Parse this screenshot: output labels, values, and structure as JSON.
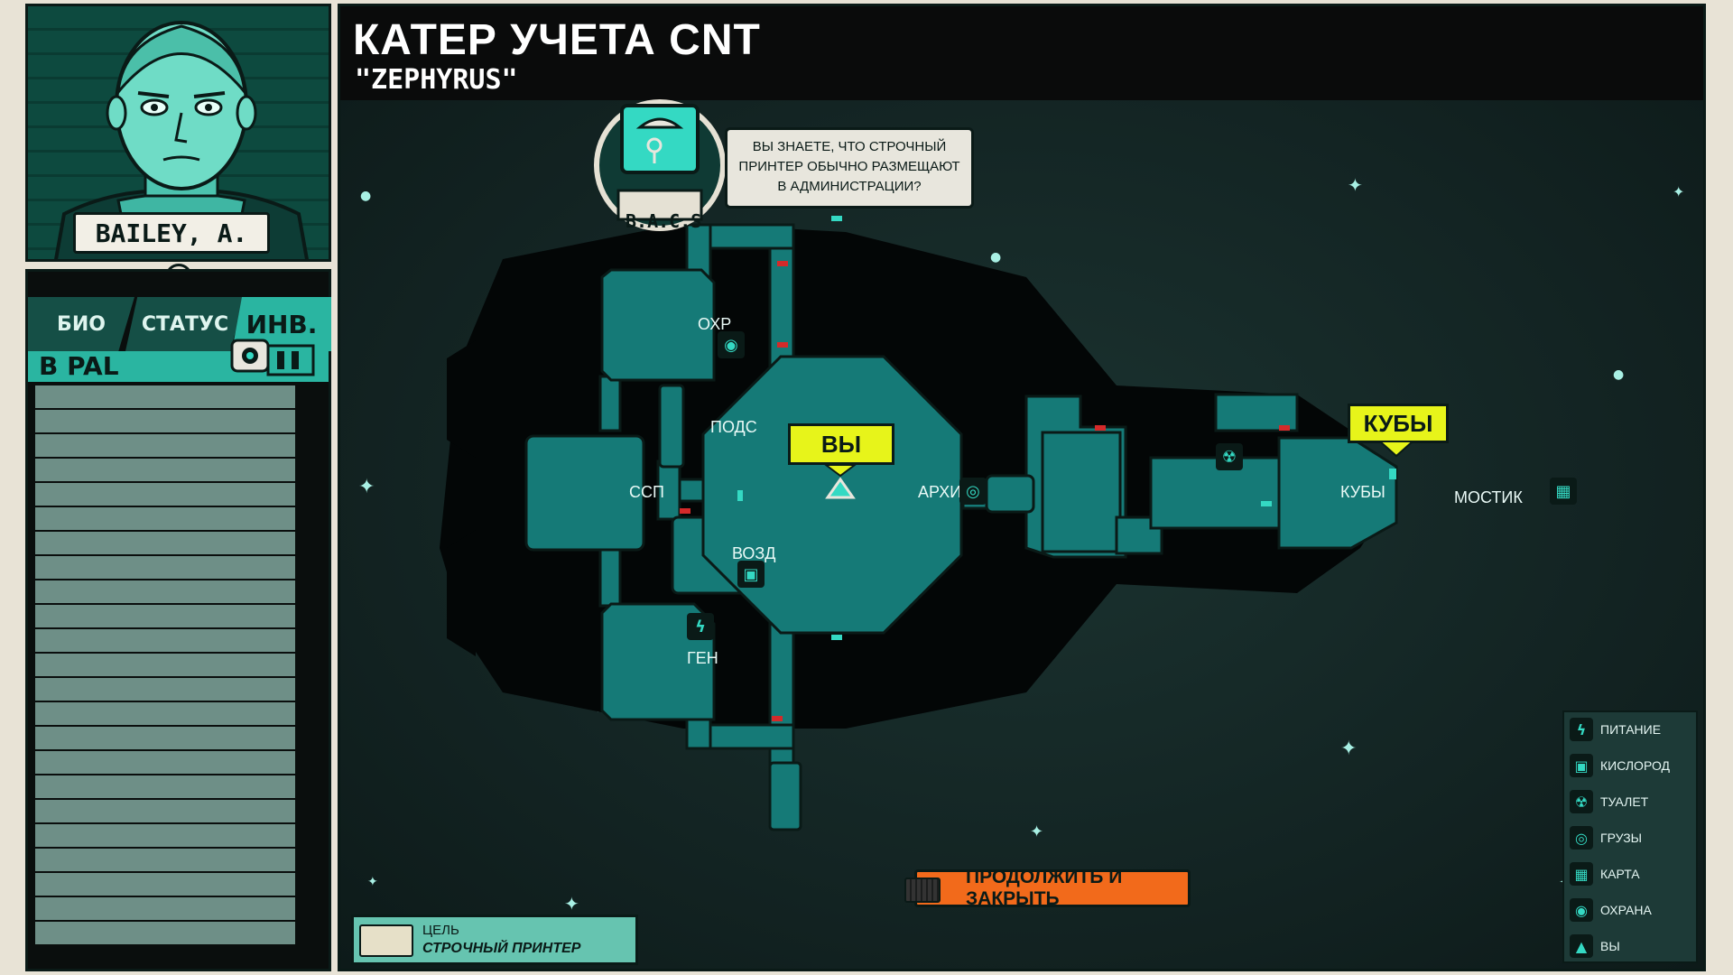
{
  "character": {
    "name": "BAILEY, A."
  },
  "tabs": [
    {
      "label": "БИО"
    },
    {
      "label": "СТАТУС"
    },
    {
      "label": "ИНВ."
    }
  ],
  "inventory": {
    "header": "В PAL"
  },
  "map": {
    "title": "КАТЕР УЧЕТА CNT",
    "subtitle": "\"ZEPHYRUS\"",
    "bacs_label": "B.A.C.S",
    "tip": "ВЫ ЗНАЕТЕ, ЧТО СТРОЧНЫЙ ПРИНТЕР ОБЫЧНО РАЗМЕЩАЮТ В АДМИНИСТРАЦИИ?",
    "rooms": {
      "security": "ОХР",
      "support": "ПОДС",
      "ssp": "ССП",
      "air": "ВОЗД",
      "gen": "ГЕН",
      "archive": "АРХИВ",
      "cubes": "КУБЫ",
      "bridge": "МОСТИК"
    },
    "markers": {
      "you": "ВЫ",
      "cubes": "КУБЫ"
    },
    "continue_label": "ПРОДОЛЖИТЬ И ЗАКРЫТЬ",
    "objective": {
      "label": "ЦЕЛЬ",
      "value": "СТРОЧНЫЙ ПРИНТЕР"
    },
    "legend": [
      {
        "icon": "power-icon",
        "label": "ПИТАНИЕ"
      },
      {
        "icon": "oxygen-icon",
        "label": "КИСЛОРОД"
      },
      {
        "icon": "toilet-icon",
        "label": "ТУАЛЕТ"
      },
      {
        "icon": "cargo-icon",
        "label": "ГРУЗЫ"
      },
      {
        "icon": "map-icon",
        "label": "КАРТА"
      },
      {
        "icon": "security-icon",
        "label": "ОХРАНА"
      },
      {
        "icon": "you-icon",
        "label": "ВЫ"
      }
    ]
  },
  "colors": {
    "room_fill": "#157a77",
    "accent": "#34d9c3",
    "marker_yellow": "#e7f41a",
    "button_orange": "#f26a1b"
  }
}
